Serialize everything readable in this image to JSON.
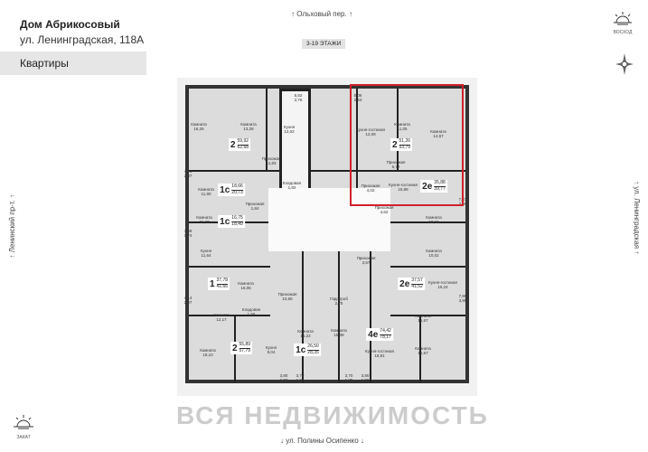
{
  "header": {
    "title": "Дом Абрикосовый",
    "address": "ул. Ленинградская, 118А",
    "tab": "Квартиры"
  },
  "floor_badge": "3-19 ЭТАЖИ",
  "streets": {
    "top": "Ольховый пер.",
    "bottom": "ул. Полины Осипенко",
    "left": "Ленинский пр-т.",
    "right": "ул. Ленинградская"
  },
  "sun": {
    "sunrise": "ВОСХОД",
    "sunset": "ЗАКАТ"
  },
  "compass": {
    "icon": "compass-rose-icon"
  },
  "watermark": "ВСЯ НЕДВИЖИМОСТЬ",
  "highlight_color": "#d0212a",
  "apartments": [
    {
      "type": "2",
      "living": "59,92",
      "total": "62,68"
    },
    {
      "type": "2",
      "living": "51,26",
      "total": "53,79"
    },
    {
      "type": "2е",
      "living": "35,88",
      "total": "39,77"
    },
    {
      "type": "1с",
      "living": "18,66",
      "total": "20,73"
    },
    {
      "type": "1с",
      "living": "16,75",
      "total": "18,49"
    },
    {
      "type": "1",
      "living": "37,78",
      "total": "41,66"
    },
    {
      "type": "2е",
      "living": "37,57",
      "total": "41,52"
    },
    {
      "type": "2",
      "living": "55,89",
      "total": "57,79"
    },
    {
      "type": "1с",
      "living": "26,50",
      "total": "28,35"
    },
    {
      "type": "4е",
      "living": "74,42",
      "total": "78,17"
    }
  ],
  "rooms": [
    {
      "name": "Комната",
      "area": "16,26"
    },
    {
      "name": "Комната",
      "area": "13,28"
    },
    {
      "name": "Кухня",
      "area": "12,02"
    },
    {
      "name": "Прихожая",
      "area": "11,83"
    },
    {
      "name": "Кухня-гостиная",
      "area": "12,09"
    },
    {
      "name": "Комната",
      "area": "11,05"
    },
    {
      "name": "Комната",
      "area": "14,67"
    },
    {
      "name": "Прихожая",
      "area": "4,02"
    },
    {
      "name": "Кухня-гостиная",
      "area": "15,88"
    },
    {
      "name": "Комната",
      "area": "11,90"
    },
    {
      "name": "Комната",
      "area": "11,43"
    },
    {
      "name": "Кухня",
      "area": "11,64"
    },
    {
      "name": "Комната",
      "area": "16,06"
    },
    {
      "name": "Прихожая",
      "area": "10,55"
    },
    {
      "name": "Комната",
      "area": "12,17"
    },
    {
      "name": "Комната",
      "area": "18,10"
    },
    {
      "name": "Кухня",
      "area": "9,04"
    },
    {
      "name": "Комната",
      "area": "15,22"
    },
    {
      "name": "Комната",
      "area": "15,38"
    },
    {
      "name": "Кухня-гостиная",
      "area": "18,81"
    },
    {
      "name": "Комната",
      "area": "15,67"
    },
    {
      "name": "Комната",
      "area": "15,67"
    },
    {
      "name": "Комната",
      "area": "10,16"
    },
    {
      "name": "Комната",
      "area": "10,02"
    },
    {
      "name": "Кухня-гостиная",
      "area": "16,24"
    },
    {
      "name": "Гардероб",
      "area": "2,75"
    },
    {
      "name": "Прихожая",
      "area": "5,72"
    },
    {
      "name": "Прихожая",
      "area": "1,84"
    },
    {
      "name": "Прихожая",
      "area": "4,62"
    },
    {
      "name": "Прихожая",
      "area": "3,57"
    },
    {
      "name": "Кладовая",
      "area": "1,82"
    },
    {
      "name": "Кладовая",
      "area": "1,56"
    }
  ],
  "balconies": [
    {
      "a": "5,52",
      "b": "2,76"
    },
    {
      "a": "5,06",
      "b": "2,53"
    },
    {
      "a": "4,14",
      "b": "2,07"
    },
    {
      "a": "3,49",
      "b": "1,74"
    },
    {
      "a": "4,14",
      "b": "2,07"
    },
    {
      "a": "7,27",
      "b": "3,89"
    },
    {
      "a": "7,89",
      "b": "3,95"
    },
    {
      "a": "3,80",
      "b": "1,90"
    },
    {
      "a": "3,70",
      "b": "1,85"
    },
    {
      "a": "3,70",
      "b": "1,85"
    },
    {
      "a": "3,80",
      "b": "1,90"
    }
  ]
}
